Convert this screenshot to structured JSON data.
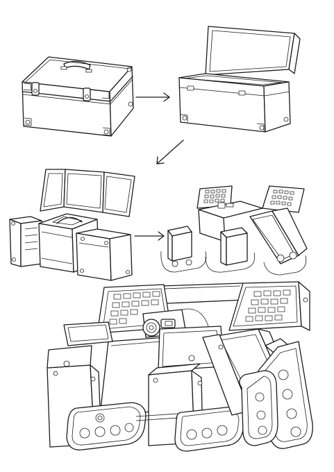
{
  "figure": {
    "steps": [
      {
        "name": "closed-case"
      },
      {
        "name": "lid-open-case"
      },
      {
        "name": "panels-unfolded-case"
      },
      {
        "name": "deployed-robot"
      },
      {
        "name": "robot-detail"
      }
    ],
    "arrows": [
      "right",
      "down-left",
      "right"
    ],
    "colors": {
      "line": "#1a1a1a",
      "background": "#ffffff"
    }
  }
}
